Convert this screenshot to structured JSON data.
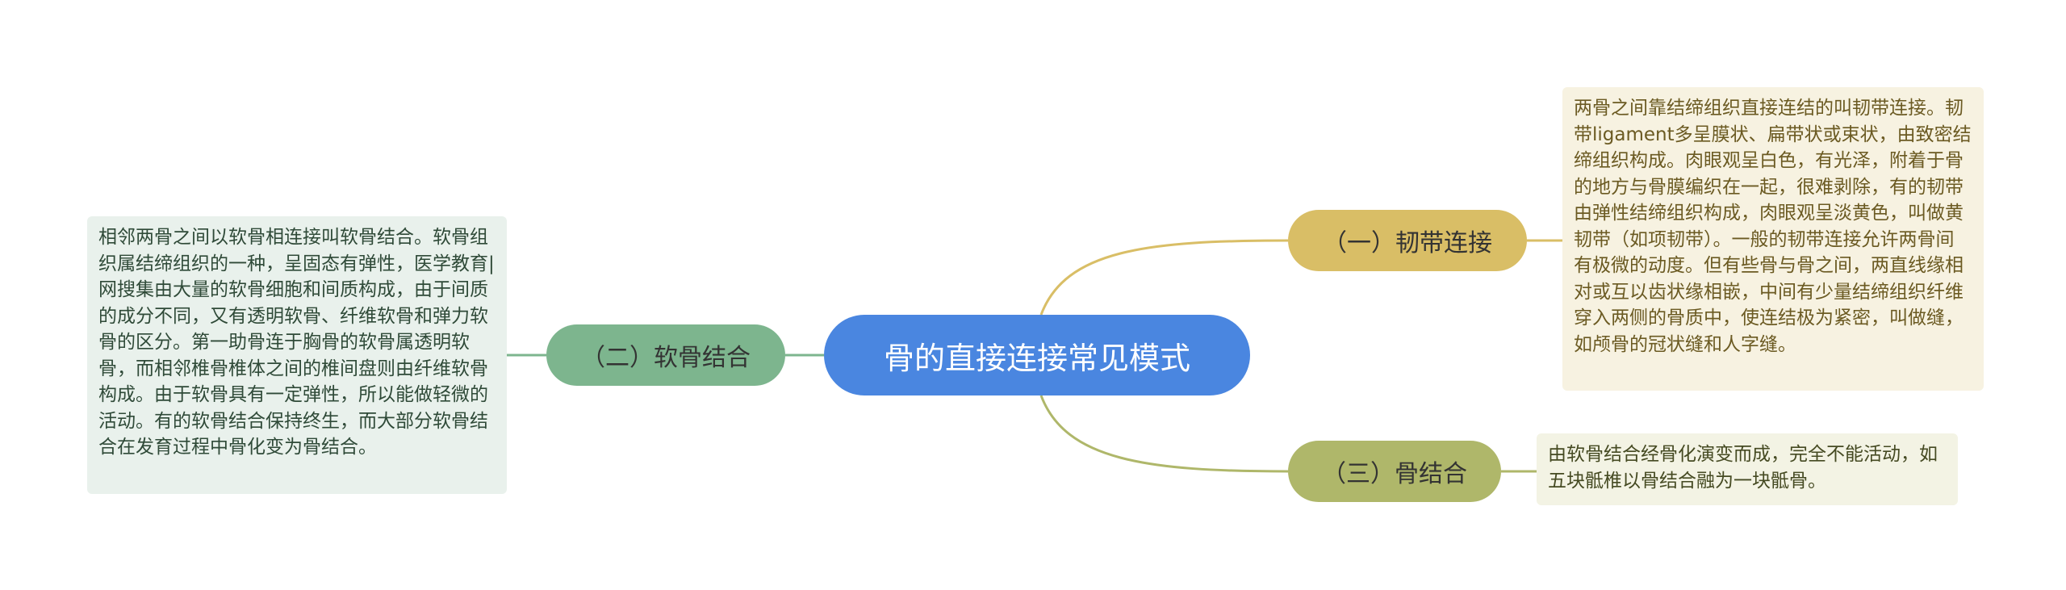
{
  "root": {
    "label": "骨的直接连接常见模式"
  },
  "branches": [
    {
      "label": "（一）韧带连接",
      "note": "两骨之间靠结缔组织直接连结的叫韧带连接。韧带ligament多呈膜状、扁带状或束状，由致密结缔组织构成。肉眼观呈白色，有光泽，附着于骨的地方与骨膜编织在一起，很难剥除，有的韧带由弹性结缔组织构成，肉眼观呈淡黄色，叫做黄韧带（如项韧带）。一般的韧带连接允许两骨间有极微的动度。但有些骨与骨之间，两直线缘相对或互以齿状缘相嵌，中间有少量结缔组织纤维穿入两侧的骨质中，使连结极为紧密，叫做缝，如颅骨的冠状缝和人字缝。"
    },
    {
      "label": "（二）软骨结合",
      "note": "相邻两骨之间以软骨相连接叫软骨结合。软骨组织属结缔组织的一种，呈固态有弹性，医学教育|网搜集由大量的软骨细胞和间质构成，由于间质的成分不同，又有透明软骨、纤维软骨和弹力软骨的区分。第一助骨连于胸骨的软骨属透明软骨，而相邻椎骨椎体之间的椎间盘则由纤维软骨构成。由于软骨具有一定弹性，所以能做轻微的活动。有的软骨结合保持终生，而大部分软骨结合在发育过程中骨化变为骨结合。"
    },
    {
      "label": "（三）骨结合",
      "note": "由软骨结合经骨化演变而成，完全不能活动，如五块骶椎以骨结合融为一块骶骨。"
    }
  ],
  "colors": {
    "root": "#4a86e0",
    "branch_1": "#d9be66",
    "branch_2": "#7db58e",
    "branch_3": "#afb76a",
    "note_1": "#f7f2e1",
    "note_2": "#e9f1ec",
    "note_3": "#f3f3e4"
  }
}
